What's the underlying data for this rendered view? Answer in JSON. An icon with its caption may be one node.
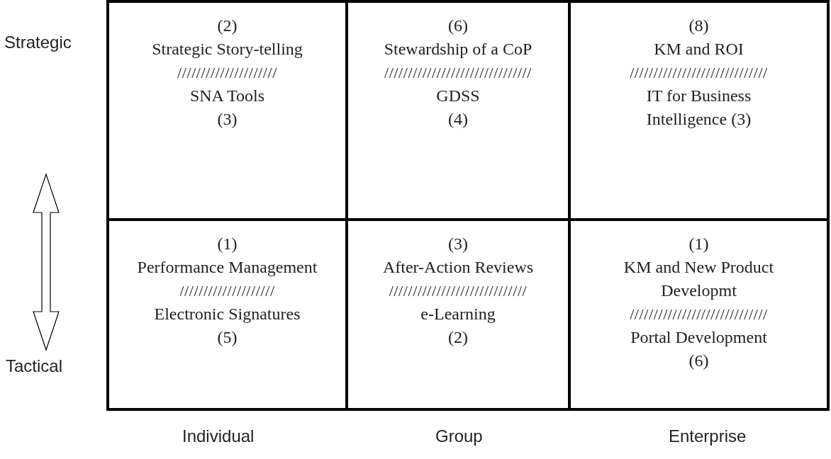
{
  "diagram": {
    "nodes": [
      {
        "text": [
          "(2)",
          "Strategic Story-telling",
          "/////////////////////",
          "SNA Tools",
          "(3)"
        ]
      },
      {
        "text": [
          "(6)",
          "Stewardship of a CoP",
          "///////////////////////////////",
          "GDSS",
          "(4)"
        ]
      },
      {
        "text": [
          "(8)",
          "KM and ROI",
          "/////////////////////////////",
          "IT for Business Intelligence (3)"
        ]
      },
      {
        "text": [
          "(1)",
          "Performance Management",
          "////////////////////",
          "Electronic Signatures",
          "(5)"
        ]
      },
      {
        "text": [
          "(3)",
          "After-Action Reviews",
          "/////////////////////////////",
          "e-Learning",
          "(2)"
        ]
      },
      {
        "text": [
          "(1)",
          "KM and New Product Developmt",
          "/////////////////////////////",
          "Portal Development",
          "(6)"
        ]
      }
    ],
    "labels": [
      "Strategic",
      "Tactical",
      "Individual",
      "Group",
      "Enterprise"
    ]
  }
}
